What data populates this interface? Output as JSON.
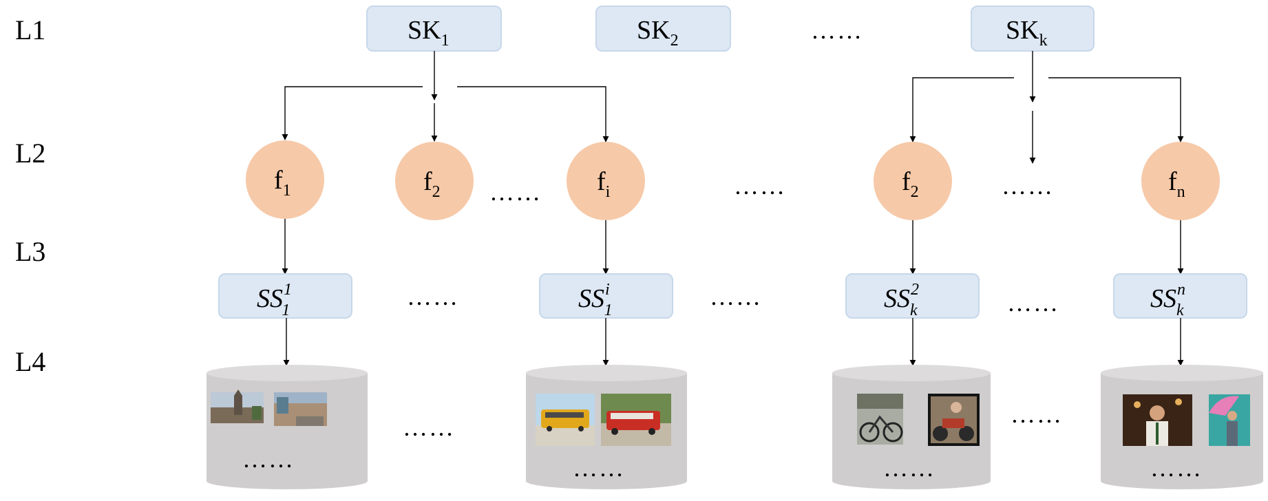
{
  "levels": [
    "L1",
    "L2",
    "L3",
    "L4"
  ],
  "colors": {
    "box_fill": "#dde8f4",
    "box_stroke": "#c7d7ea",
    "circle_fill": "#f6c9a8",
    "cylinder_body": "#cfcdcd",
    "cylinder_top": "#dddbdb"
  },
  "l1_boxes": [
    {
      "main": "SK",
      "sub": "1"
    },
    {
      "main": "SK",
      "sub": "2"
    },
    {
      "main": "SK",
      "sub": "k"
    }
  ],
  "l2_nodes": [
    {
      "main": "f",
      "sub": "1"
    },
    {
      "main": "f",
      "sub": "2"
    },
    {
      "main": "f",
      "sub": "i"
    },
    {
      "main": "f",
      "sub": "2"
    },
    {
      "main": "f",
      "sub": "n"
    }
  ],
  "l3_boxes": [
    {
      "main": "SS",
      "sub": "1",
      "sup": "1"
    },
    {
      "main": "SS",
      "sub": "1",
      "sup": "i"
    },
    {
      "main": "SS",
      "sub": "k",
      "sup": "2"
    },
    {
      "main": "SS",
      "sub": "k",
      "sup": "n"
    }
  ],
  "l4_cylinders": [
    {
      "images": [
        "town-street-photo",
        "town-square-photo"
      ],
      "ellipsis": "……"
    },
    {
      "images": [
        "yellow-bus-photo",
        "red-bus-photo"
      ],
      "ellipsis": "……"
    },
    {
      "images": [
        "bicycle-photo",
        "motorcycle-photo"
      ],
      "ellipsis": "……"
    },
    {
      "images": [
        "man-portrait-photo",
        "umbrella-woman-photo"
      ],
      "ellipsis": "……"
    }
  ],
  "ellipsis": "……"
}
